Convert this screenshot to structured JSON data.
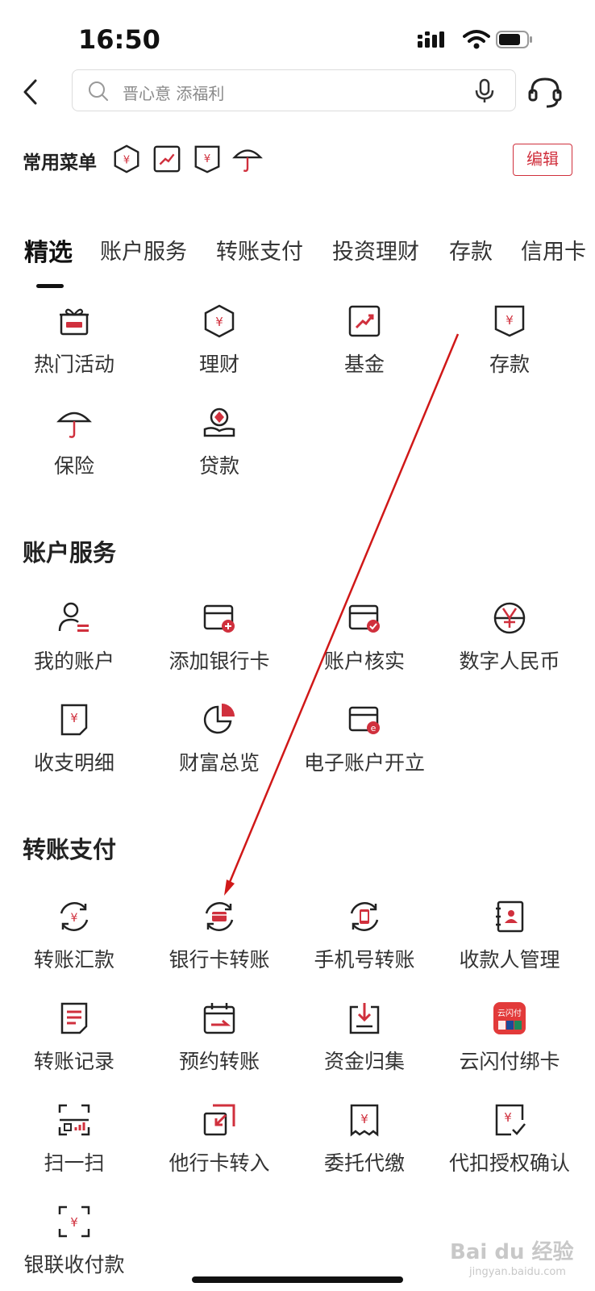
{
  "status": {
    "time": "16:50"
  },
  "search": {
    "placeholder": "晋心意 添福利"
  },
  "common_menu": {
    "label": "常用菜单",
    "edit_label": "编辑"
  },
  "tabs": [
    "精选",
    "账户服务",
    "转账支付",
    "投资理财",
    "存款",
    "信用卡"
  ],
  "featured": [
    {
      "label": "热门活动",
      "icon": "gift-icon"
    },
    {
      "label": "理财",
      "icon": "wealth-icon"
    },
    {
      "label": "基金",
      "icon": "fund-icon"
    },
    {
      "label": "存款",
      "icon": "deposit-icon"
    },
    {
      "label": "保险",
      "icon": "umbrella-icon"
    },
    {
      "label": "贷款",
      "icon": "loan-icon"
    }
  ],
  "account_services": {
    "title": "账户服务",
    "items": [
      {
        "label": "我的账户",
        "icon": "user-account-icon"
      },
      {
        "label": "添加银行卡",
        "icon": "add-card-icon"
      },
      {
        "label": "账户核实",
        "icon": "verify-card-icon"
      },
      {
        "label": "数字人民币",
        "icon": "digital-rmb-icon"
      },
      {
        "label": "收支明细",
        "icon": "statement-icon"
      },
      {
        "label": "财富总览",
        "icon": "pie-chart-icon"
      },
      {
        "label": "电子账户开立",
        "icon": "e-account-icon"
      }
    ]
  },
  "transfer": {
    "title": "转账支付",
    "items": [
      {
        "label": "转账汇款",
        "icon": "transfer-icon"
      },
      {
        "label": "银行卡转账",
        "icon": "card-transfer-icon"
      },
      {
        "label": "手机号转账",
        "icon": "phone-transfer-icon"
      },
      {
        "label": "收款人管理",
        "icon": "payee-icon"
      },
      {
        "label": "转账记录",
        "icon": "record-icon"
      },
      {
        "label": "预约转账",
        "icon": "calendar-icon"
      },
      {
        "label": "资金归集",
        "icon": "collect-icon"
      },
      {
        "label": "云闪付绑卡",
        "icon": "unionpay-icon"
      },
      {
        "label": "扫一扫",
        "icon": "scan-icon"
      },
      {
        "label": "他行卡转入",
        "icon": "other-bank-icon"
      },
      {
        "label": "委托代缴",
        "icon": "entrust-pay-icon"
      },
      {
        "label": "代扣授权确认",
        "icon": "authorize-icon"
      },
      {
        "label": "银联收付款",
        "icon": "unionpay-pay-icon"
      }
    ]
  },
  "unionpay_logo_text": "云闪付",
  "watermark": "Bai du 经验",
  "watermark_sub": "jingyan.baidu.com",
  "colors": {
    "accent": "#d0303d",
    "text": "#222222",
    "border": "#dcdcdc"
  }
}
